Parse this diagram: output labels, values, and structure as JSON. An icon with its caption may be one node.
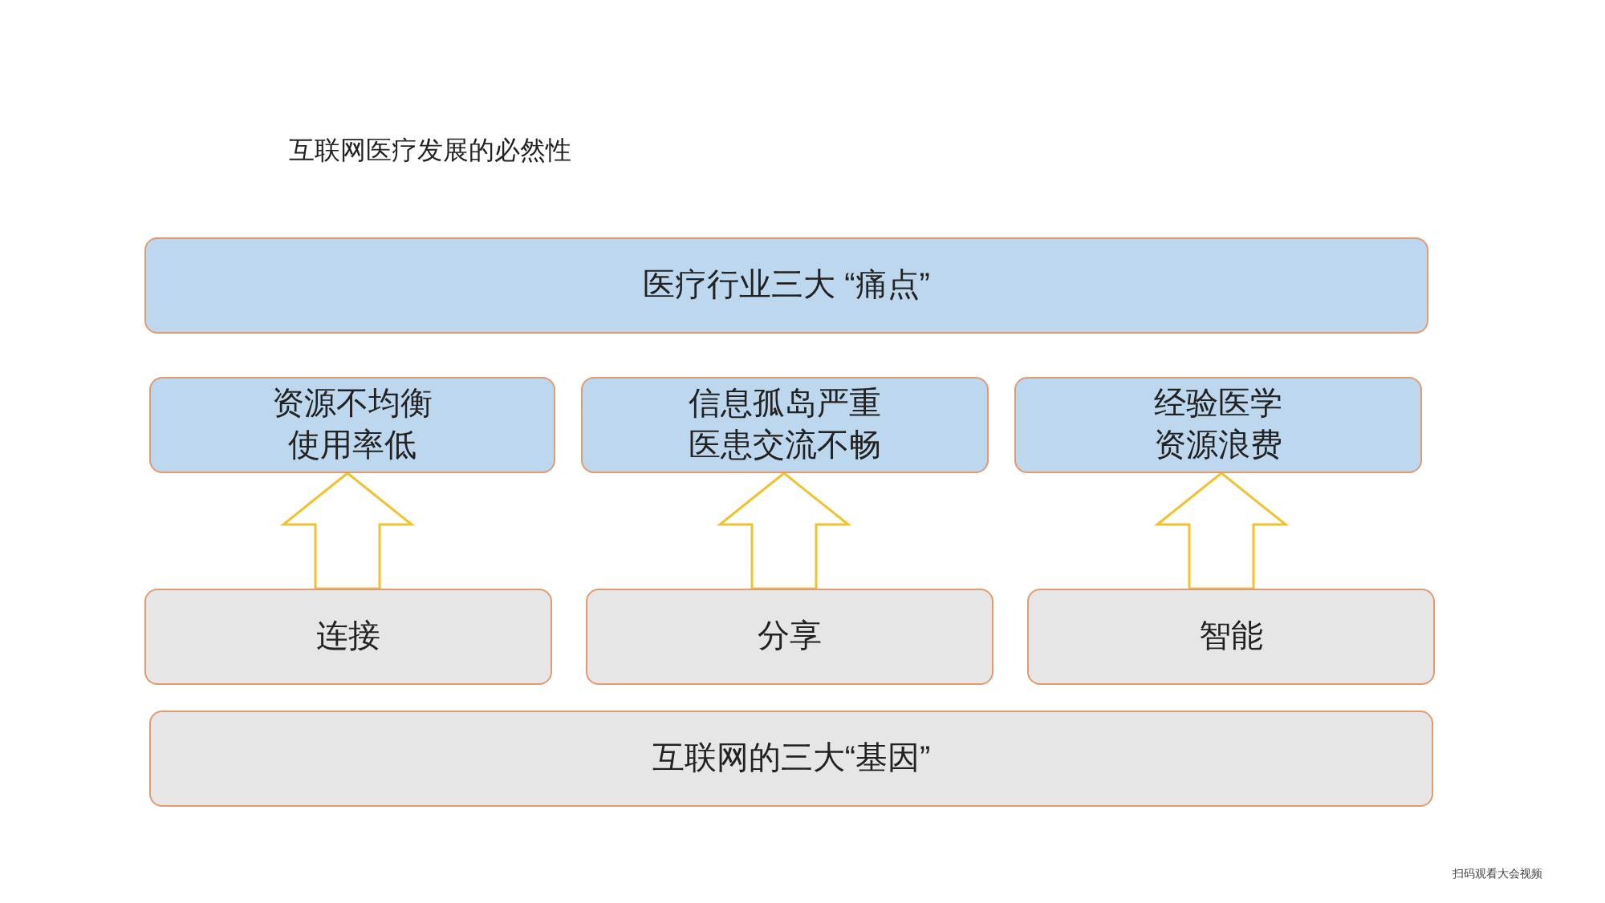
{
  "diagram": {
    "title": "互联网医疗发展的必然性",
    "nodes": [
      {
        "text": [
          "医疗行业三大 “痛点”"
        ]
      },
      {
        "text": [
          "资源不均衡使用率低"
        ]
      },
      {
        "text": [
          "信息孤岛严重医患交流不畅"
        ]
      },
      {
        "text": [
          "经验医学资源浪费"
        ]
      },
      {
        "text": [
          "连接"
        ]
      },
      {
        "text": [
          "分享"
        ]
      },
      {
        "text": [
          "智能"
        ]
      },
      {
        "text": [
          "互联网的三大“基因”"
        ]
      }
    ],
    "edges": [
      {
        "from": 4,
        "to": 1,
        "arrow": "to"
      },
      {
        "from": 5,
        "to": 2,
        "arrow": "to"
      },
      {
        "from": 6,
        "to": 3,
        "arrow": "to"
      }
    ],
    "labels": [
      "扫码观看大会视频"
    ]
  }
}
